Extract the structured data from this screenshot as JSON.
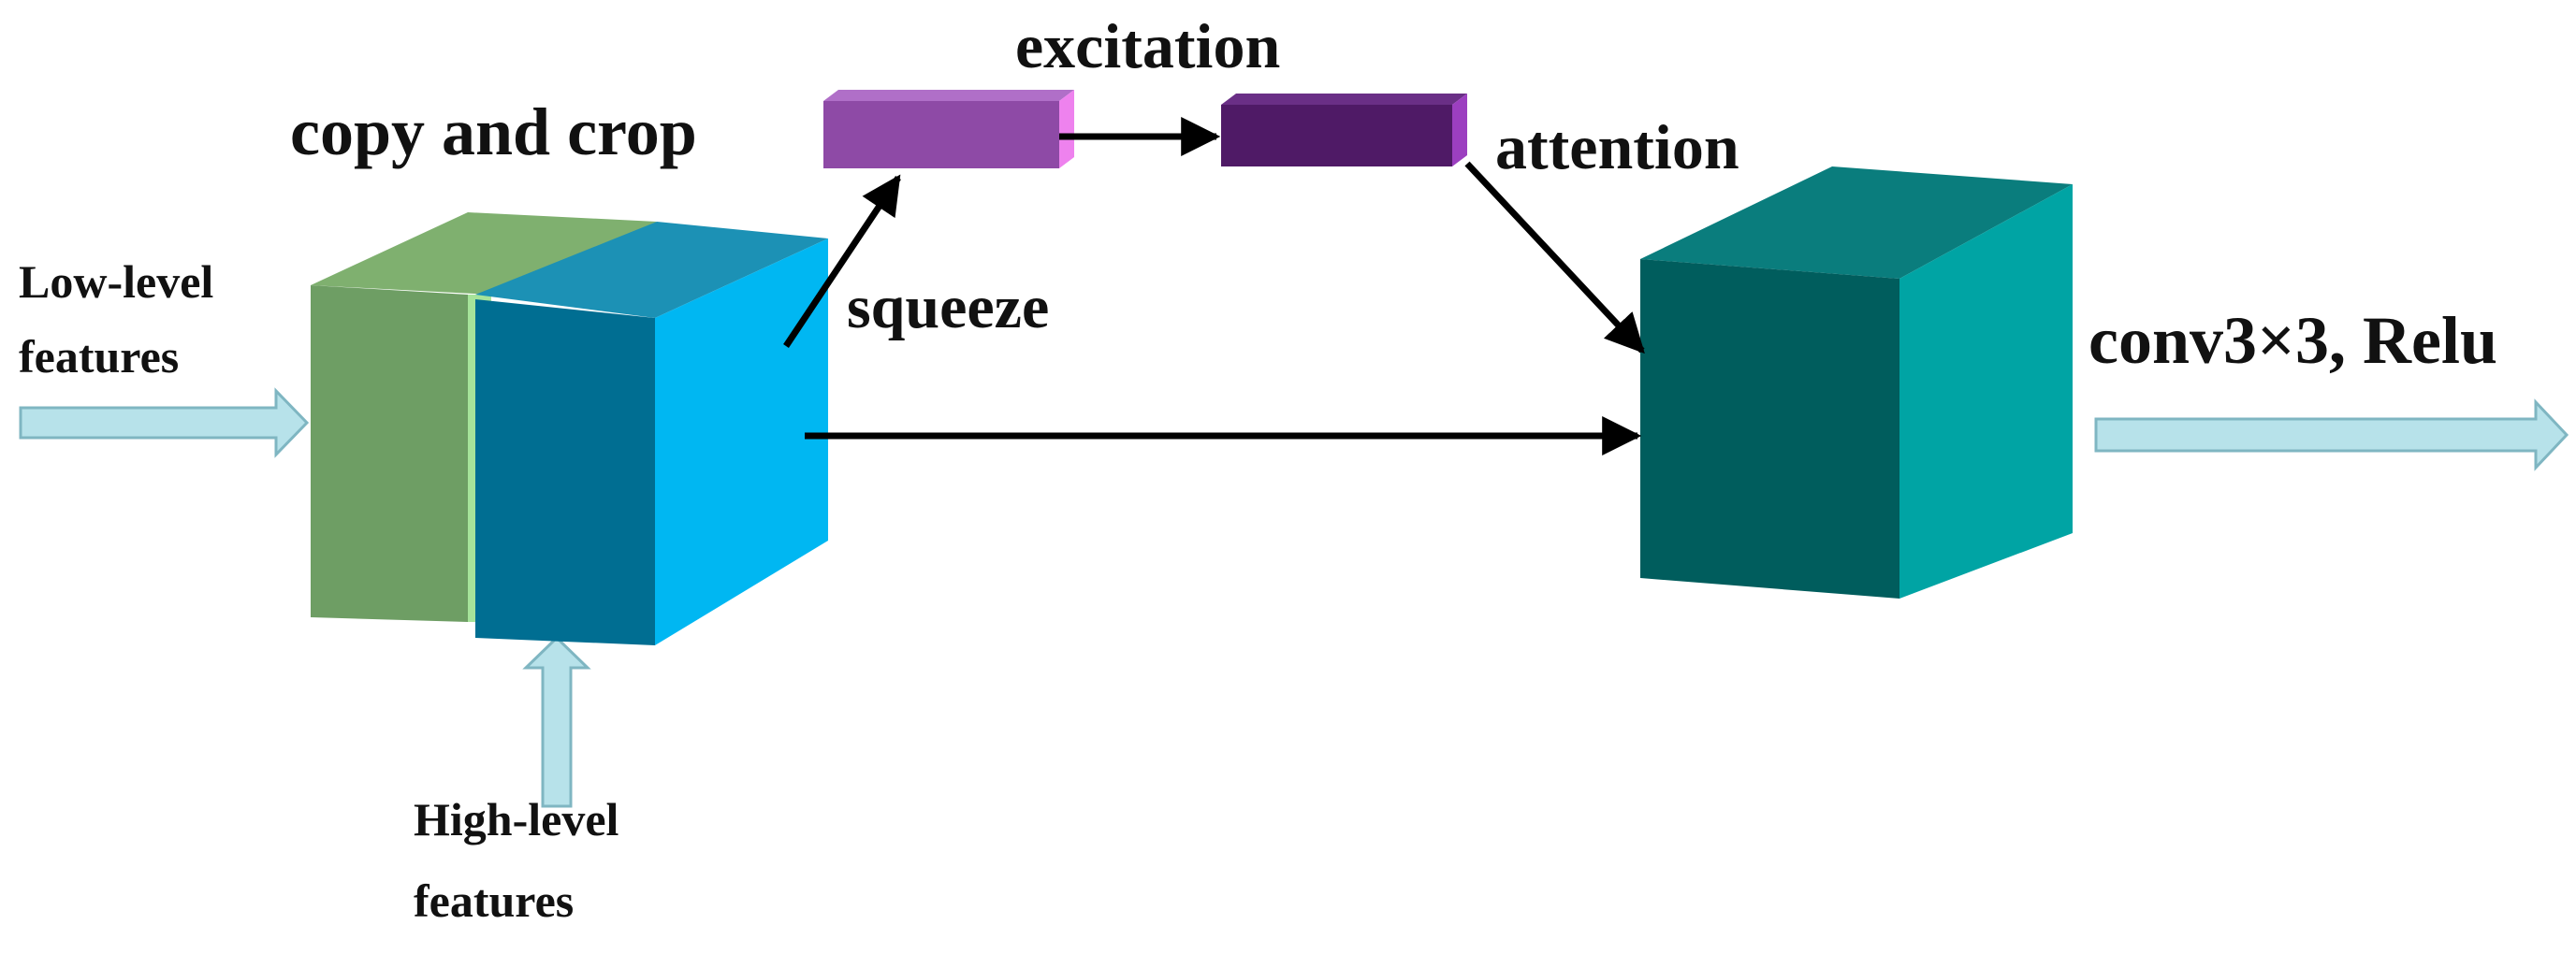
{
  "labels": {
    "copy_and_crop": "copy and crop",
    "excitation": "excitation",
    "attention": "attention",
    "squeeze": "squeeze",
    "low_level_1": "Low-level",
    "low_level_2": "features",
    "high_level_1": "High-level",
    "high_level_2": "features",
    "output": "conv3×3, Relu"
  },
  "colors": {
    "low_block_front": "#6e9e64",
    "low_block_top": "#7fb06f",
    "separator": "#a6e39a",
    "high_block_front": "#006e92",
    "high_block_side": "#00b7f2",
    "high_block_top": "#1c91b5",
    "squeeze_front": "#8e4aa6",
    "squeeze_top": "#b06fc8",
    "squeeze_side": "#ee82ee",
    "excite_front": "#4f1a66",
    "excite_top": "#6a2f86",
    "excite_side": "#9c3fc0",
    "out_front": "#005d5d",
    "out_top": "#0a7d7d",
    "out_side": "#00a4a4",
    "hollow_arrow_fill": "#b7e2ea",
    "hollow_arrow_stroke": "#7fb6c2",
    "arrow": "#000000"
  }
}
